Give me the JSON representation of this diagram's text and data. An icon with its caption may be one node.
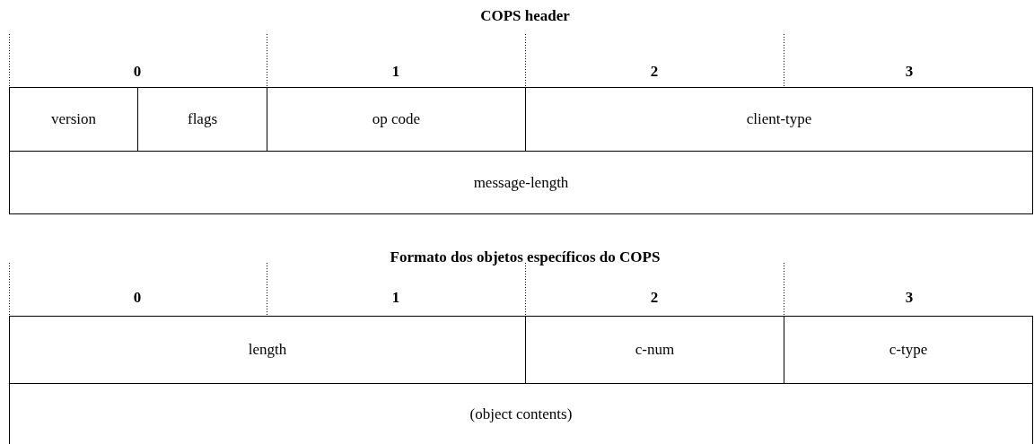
{
  "diagram": {
    "nodes": [
      {
        "text": [
          "version"
        ]
      },
      {
        "text": [
          "flags"
        ]
      },
      {
        "text": [
          "op code"
        ]
      },
      {
        "text": [
          "client-type"
        ]
      },
      {
        "text": [
          "message-length"
        ]
      },
      {
        "text": [
          "length"
        ]
      },
      {
        "text": [
          "c-num"
        ]
      },
      {
        "text": [
          "c-type"
        ]
      },
      {
        "text": [
          "(object contents)"
        ]
      }
    ],
    "labels": [
      "COPS header",
      "0",
      "1",
      "2",
      "3",
      "Formato dos objetos específicos do COPS",
      "0",
      "1",
      "2",
      "3"
    ]
  }
}
